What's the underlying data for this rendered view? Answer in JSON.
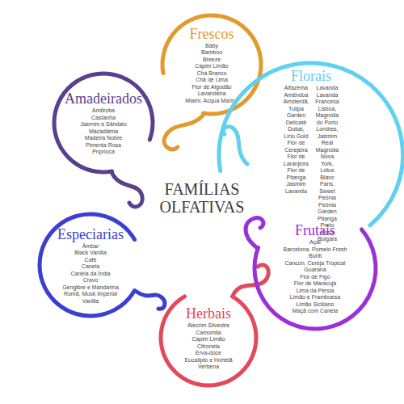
{
  "diagram": {
    "title": "FAMÍLIAS OLFATIVAS",
    "nodes": [
      {
        "text": [
          "Frescos",
          "Baby",
          "Bamboo",
          "Breeze",
          "Capim Limão",
          "Chá Branco",
          "Chá de Lima",
          "Flor de Algodão",
          "Lavanderia",
          "Miami, Acqua Marine"
        ]
      },
      {
        "text": [
          "Amadeirados",
          "Andiroba",
          "Castanha",
          "Jasmim e Sândalo",
          "Macadâmia",
          "Madeira Nobre",
          "Pimenta Rosa",
          "Priprioca"
        ]
      },
      {
        "text": [
          "Florais",
          "Alfazema",
          "Amêndoa",
          "Amsterdã, Tulipa Garden",
          "Delicatê",
          "Dubai, Lírio Gold",
          "Flor de Cerejeira",
          "Flor de Laranjeira",
          "Flor de Pitanga",
          "Jasmim",
          "Lavanda",
          "Lavanda",
          "Lavanda Francesa",
          "Lisboa, Magnólia do Porto",
          "Londres, Jasmim Real",
          "Magnólia",
          "Nova York, Lótus Blanc",
          "Paris, Sweet Peônia",
          "Peônia Garden",
          "Pitanga Preto",
          "Rosa Búlgara"
        ]
      },
      {
        "text": [
          "Especiarias",
          "Âmbar",
          "Black Vanilla",
          "Café",
          "Canela",
          "Canela da Índia",
          "Cravo",
          "Gengibre e Mandarina",
          "Romã, Musk Imperial",
          "Vanilla"
        ]
      },
      {
        "text": [
          "Frutais",
          "Açaí",
          "Barcelona, Pomelo Fresh",
          "Buriti",
          "Cancún, Cereja Tropical",
          "Guaraná",
          "Flor de Figo",
          "Flor de Maracujá",
          "Lima da Pérsia",
          "Limão e Framboesa",
          "Limão Siciliano",
          "Maçã com Canela"
        ]
      },
      {
        "text": [
          "Herbais",
          "Alecrim Silvestre",
          "Camomila",
          "Capim Limão",
          "Citronela",
          "Erva-doce",
          "Eucalipto e Hortelã",
          "Verbena"
        ]
      }
    ]
  }
}
